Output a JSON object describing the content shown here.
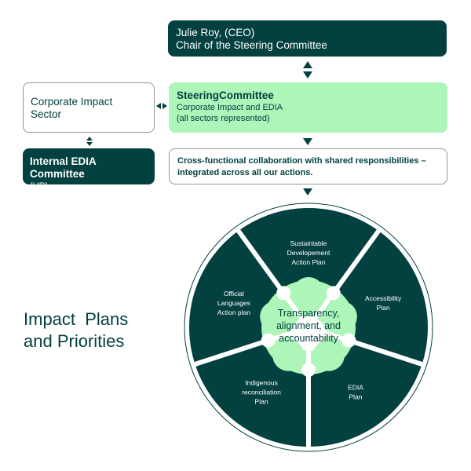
{
  "ceo_box": {
    "line1": "Julie Roy, (CEO)",
    "line2": "Chair of the Steering Committee"
  },
  "corporate_impact_box": {
    "line1": "Corporate Impact",
    "line2": "Sector"
  },
  "steering_box": {
    "title": "SteeringCommittee",
    "line1": "Corporate Impact and EDIA",
    "line2": "(all sectors represented)"
  },
  "edia_committee_box": {
    "title": "Internal EDIA Committee",
    "sub": "(HR)"
  },
  "collab_box": {
    "line1": "Cross-functional collaboration with shared responsibilities –",
    "line2": "integrated across all our actions."
  },
  "title": {
    "line1": "Impact  Plans",
    "line2": "and Priorities"
  },
  "wheel": {
    "center": [
      "Transparency,",
      "alignment, and",
      "accountability"
    ],
    "segments": [
      {
        "lines": [
          "Sustaintable",
          "Developement",
          "Action Plan"
        ]
      },
      {
        "lines": [
          "Accessibility",
          "Plan"
        ]
      },
      {
        "lines": [
          "EDIA",
          "Plan"
        ]
      },
      {
        "lines": [
          "Indigenous",
          "reconciliation",
          "Plan"
        ]
      },
      {
        "lines": [
          "Official",
          "Languages",
          "Action plan"
        ]
      }
    ]
  },
  "colors": {
    "dark_green": "#034040",
    "light_green": "#adf5b9",
    "white": "#ffffff"
  }
}
